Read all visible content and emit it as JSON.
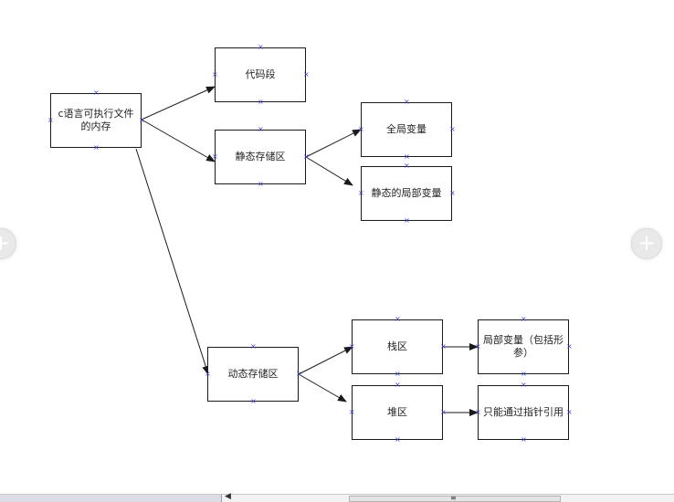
{
  "diagram": {
    "nodes": [
      {
        "id": "root",
        "name": "node-c-executable-memory",
        "lines": [
          "c语言可执行文件",
          "的内存"
        ]
      },
      {
        "id": "code",
        "name": "node-code-segment",
        "lines": [
          "代码段"
        ]
      },
      {
        "id": "static",
        "name": "node-static-storage",
        "lines": [
          "静态存储区"
        ]
      },
      {
        "id": "global",
        "name": "node-global-variables",
        "lines": [
          "全局变量"
        ]
      },
      {
        "id": "staticlocal",
        "name": "node-static-local-variables",
        "lines": [
          "静态的局部变量"
        ]
      },
      {
        "id": "dynamic",
        "name": "node-dynamic-storage",
        "lines": [
          "动态存储区"
        ]
      },
      {
        "id": "stack",
        "name": "node-stack-area",
        "lines": [
          "栈区"
        ]
      },
      {
        "id": "heap",
        "name": "node-heap-area",
        "lines": [
          "堆区"
        ]
      },
      {
        "id": "locals",
        "name": "node-local-variables-params",
        "lines": [
          "局部变量（包括形",
          "参）"
        ]
      },
      {
        "id": "pointer",
        "name": "node-pointer-only-access",
        "lines": [
          "只能通过指针引用"
        ]
      }
    ],
    "edges": [
      {
        "from": "root",
        "to": "code"
      },
      {
        "from": "root",
        "to": "static"
      },
      {
        "from": "root",
        "to": "dynamic"
      },
      {
        "from": "static",
        "to": "global"
      },
      {
        "from": "static",
        "to": "staticlocal"
      },
      {
        "from": "dynamic",
        "to": "stack"
      },
      {
        "from": "dynamic",
        "to": "heap"
      },
      {
        "from": "stack",
        "to": "locals"
      },
      {
        "from": "heap",
        "to": "pointer"
      }
    ]
  },
  "ui": {
    "left_button_icon": "plus-icon",
    "right_button_icon": "plus-icon",
    "plus_glyph": "+",
    "handle_glyph": "×",
    "scroll_arrow_glyph": "◀",
    "scroll_grip_glyph": "≡",
    "line_color": "#1a1a1a",
    "handle_color": "#3b3bd6"
  }
}
